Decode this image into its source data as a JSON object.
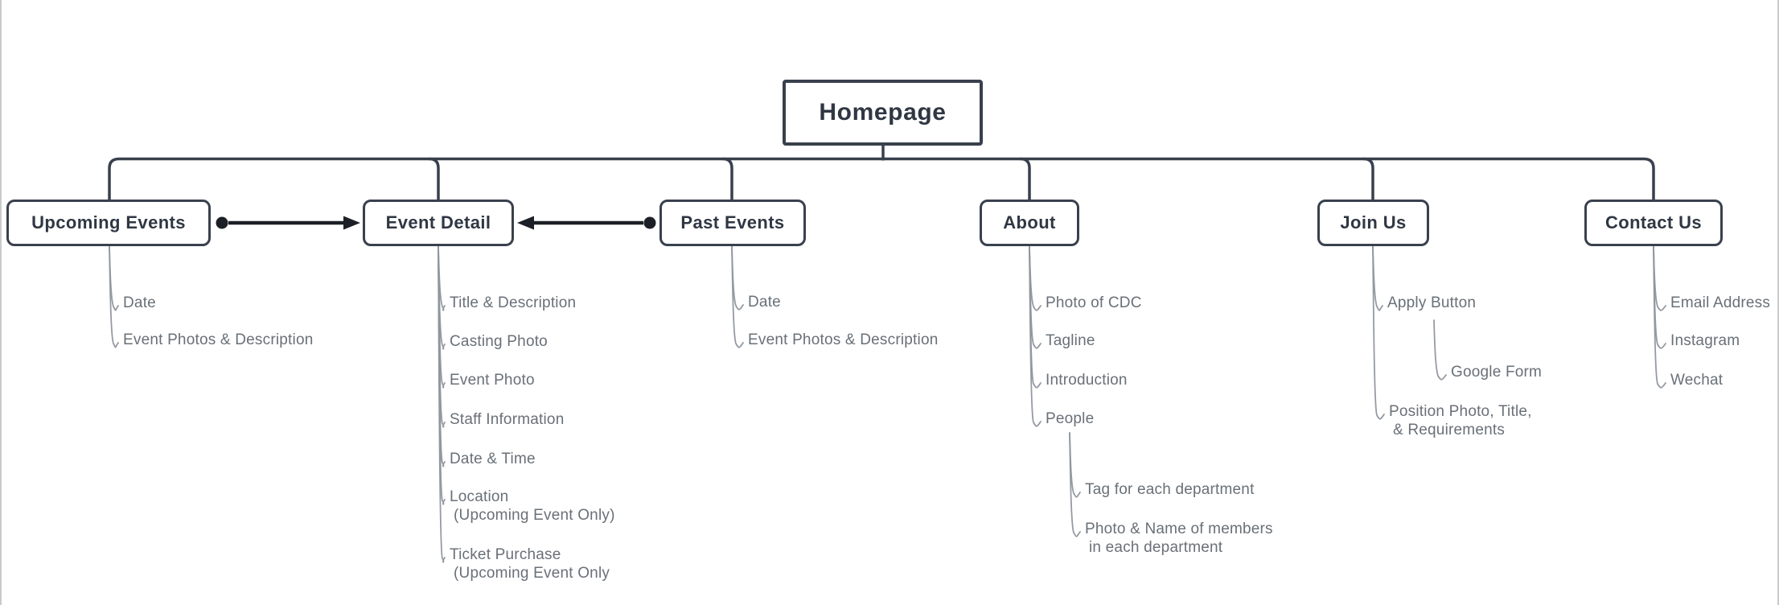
{
  "palette": {
    "node_line": "#39404d",
    "node_text": "#2f3743",
    "leaf_text": "#697077",
    "leaf_line": "#8f969e",
    "arrow": "#1c2026",
    "frame_border": "#c8cbce",
    "background": "#ffffff"
  },
  "root": {
    "label": "Homepage"
  },
  "sections": [
    {
      "id": "upcoming-events",
      "label": "Upcoming Events",
      "leaves": [
        {
          "lines": [
            "Date"
          ]
        },
        {
          "lines": [
            "Event Photos & Description"
          ]
        }
      ]
    },
    {
      "id": "event-detail",
      "label": "Event Detail",
      "leaves": [
        {
          "lines": [
            "Title & Description"
          ]
        },
        {
          "lines": [
            "Casting Photo"
          ]
        },
        {
          "lines": [
            "Event Photo"
          ]
        },
        {
          "lines": [
            "Staff Information"
          ]
        },
        {
          "lines": [
            "Date & Time"
          ]
        },
        {
          "lines": [
            "Location",
            "(Upcoming Event Only)"
          ]
        },
        {
          "lines": [
            "Ticket Purchase",
            "(Upcoming Event Only"
          ]
        }
      ]
    },
    {
      "id": "past-events",
      "label": "Past Events",
      "leaves": [
        {
          "lines": [
            "Date"
          ]
        },
        {
          "lines": [
            "Event Photos & Description"
          ]
        }
      ]
    },
    {
      "id": "about",
      "label": "About",
      "leaves": [
        {
          "lines": [
            "Photo of CDC"
          ]
        },
        {
          "lines": [
            "Tagline"
          ]
        },
        {
          "lines": [
            "Introduction"
          ]
        },
        {
          "lines": [
            "People"
          ],
          "children": [
            {
              "lines": [
                "Tag for each department"
              ]
            },
            {
              "lines": [
                "Photo & Name of members",
                "in each department"
              ]
            }
          ]
        }
      ]
    },
    {
      "id": "join-us",
      "label": "Join Us",
      "leaves": [
        {
          "lines": [
            "Apply Button"
          ],
          "children": [
            {
              "lines": [
                "Google Form"
              ]
            }
          ]
        },
        {
          "lines": [
            "Position Photo, Title,",
            "& Requirements"
          ]
        }
      ]
    },
    {
      "id": "contact-us",
      "label": "Contact Us",
      "leaves": [
        {
          "lines": [
            "Email Address"
          ]
        },
        {
          "lines": [
            "Instagram"
          ]
        },
        {
          "lines": [
            "Wechat"
          ]
        }
      ]
    }
  ],
  "arrows": [
    {
      "from": "Upcoming Events",
      "to": "Event Detail"
    },
    {
      "from": "Past Events",
      "to": "Event Detail"
    }
  ]
}
